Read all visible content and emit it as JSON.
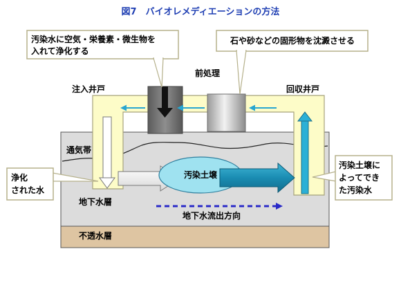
{
  "title": "図7　バイオレメディエーションの方法",
  "callout_left": [
    "汚染水に空気・栄養素・微生物を",
    "入れて浄化する"
  ],
  "callout_right": "石や砂などの固形物を沈澱させる",
  "label_pretreatment": "前処理",
  "label_injection_well": "注入井戸",
  "label_recovery_well": "回収井戸",
  "label_vadose_zone": "通気帯",
  "label_purified_water": [
    "浄化",
    "された水"
  ],
  "label_aquifer": "地下水層",
  "label_contaminated_soil": "汚染土壌",
  "label_contaminated_water": [
    "汚染土壌に",
    "よってでき",
    "た汚染水"
  ],
  "label_flow_direction": "地下水流出方向",
  "label_impermeable_layer": "不透水層",
  "colors": {
    "title": "#1f3fb3",
    "pipe_fill": "#fdfcc8",
    "pipe_stroke": "#a6a27c",
    "callout_stroke": "#b5b08a",
    "ground": "#dcdcdc",
    "impermeable": "#dec5a2",
    "soil_blob": "#9fe2f0",
    "flow_arrow": "#1a8cb2",
    "dashed_arrow": "#2a2ac8",
    "small_arrow": "#28a6d0"
  },
  "icons": [
    "down-arrow-icon",
    "up-arrow-icon",
    "left-arrow-icon",
    "right-arrow-icon"
  ]
}
